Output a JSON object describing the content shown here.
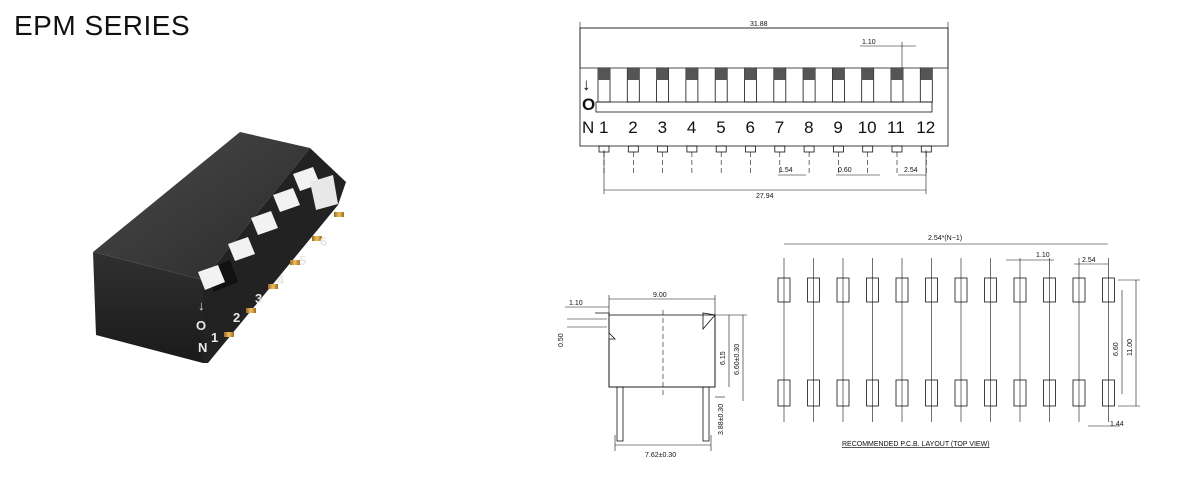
{
  "title": "EPM SERIES",
  "photo": {
    "labels": [
      "↓",
      "O",
      "N",
      "1",
      "2",
      "3",
      "4",
      "5",
      "6"
    ]
  },
  "top_view": {
    "width_dim": "31.88",
    "switch_width_dim": "1.10",
    "span_dim": "27.94",
    "pitch_dim": "1.54",
    "gap_dim": "0.60",
    "pin_pitch_dim": "2.54",
    "on_labels": [
      "↓",
      "O",
      "N"
    ],
    "positions": [
      "1",
      "2",
      "3",
      "4",
      "5",
      "6",
      "7",
      "8",
      "9",
      "10",
      "11",
      "12"
    ]
  },
  "side_view": {
    "top_dim": "9.00",
    "offset_dim": "1.10",
    "left_dim": "0.50",
    "height_dim": "6.15",
    "total_height_dim": "6.60±0.30",
    "pin_length_dim": "3.88±0.30",
    "bottom_dim": "7.62±0.30"
  },
  "pcb_layout": {
    "span_dim": "2.54*(N−1)",
    "pad_width_dim": "1.10",
    "pitch_dim": "2.54",
    "row_dim": "6.60",
    "total_dim": "11.00",
    "pad_offset_dim": "1.44",
    "caption": "RECOMMENDED P.C.B. LAYOUT (TOP VIEW)"
  }
}
